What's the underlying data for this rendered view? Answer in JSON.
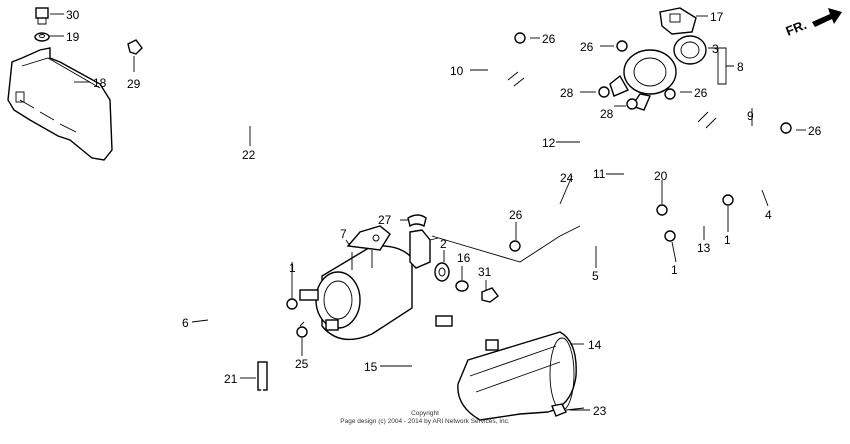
{
  "labels": {
    "p1a": "1",
    "p1b": "1",
    "p1c": "1",
    "p2": "2",
    "p3": "3",
    "p4": "4",
    "p5": "5",
    "p6": "6",
    "p7": "7",
    "p8": "8",
    "p9": "9",
    "p10": "10",
    "p11": "11",
    "p12": "12",
    "p13": "13",
    "p14": "14",
    "p15": "15",
    "p16": "16",
    "p17": "17",
    "p18": "18",
    "p19": "19",
    "p20": "20",
    "p21": "21",
    "p22": "22",
    "p23": "23",
    "p24": "24",
    "p25": "25",
    "p26a": "26",
    "p26b": "26",
    "p26c": "26",
    "p26d": "26",
    "p26e": "26",
    "p27": "27",
    "p28a": "28",
    "p28b": "28",
    "p29": "29",
    "p30": "30",
    "p31": "31"
  },
  "direction": "FR.",
  "copyright": {
    "line1": "Copyright",
    "line2": "Page design (c) 2004 - 2014 by ARI Network Services, Inc."
  }
}
